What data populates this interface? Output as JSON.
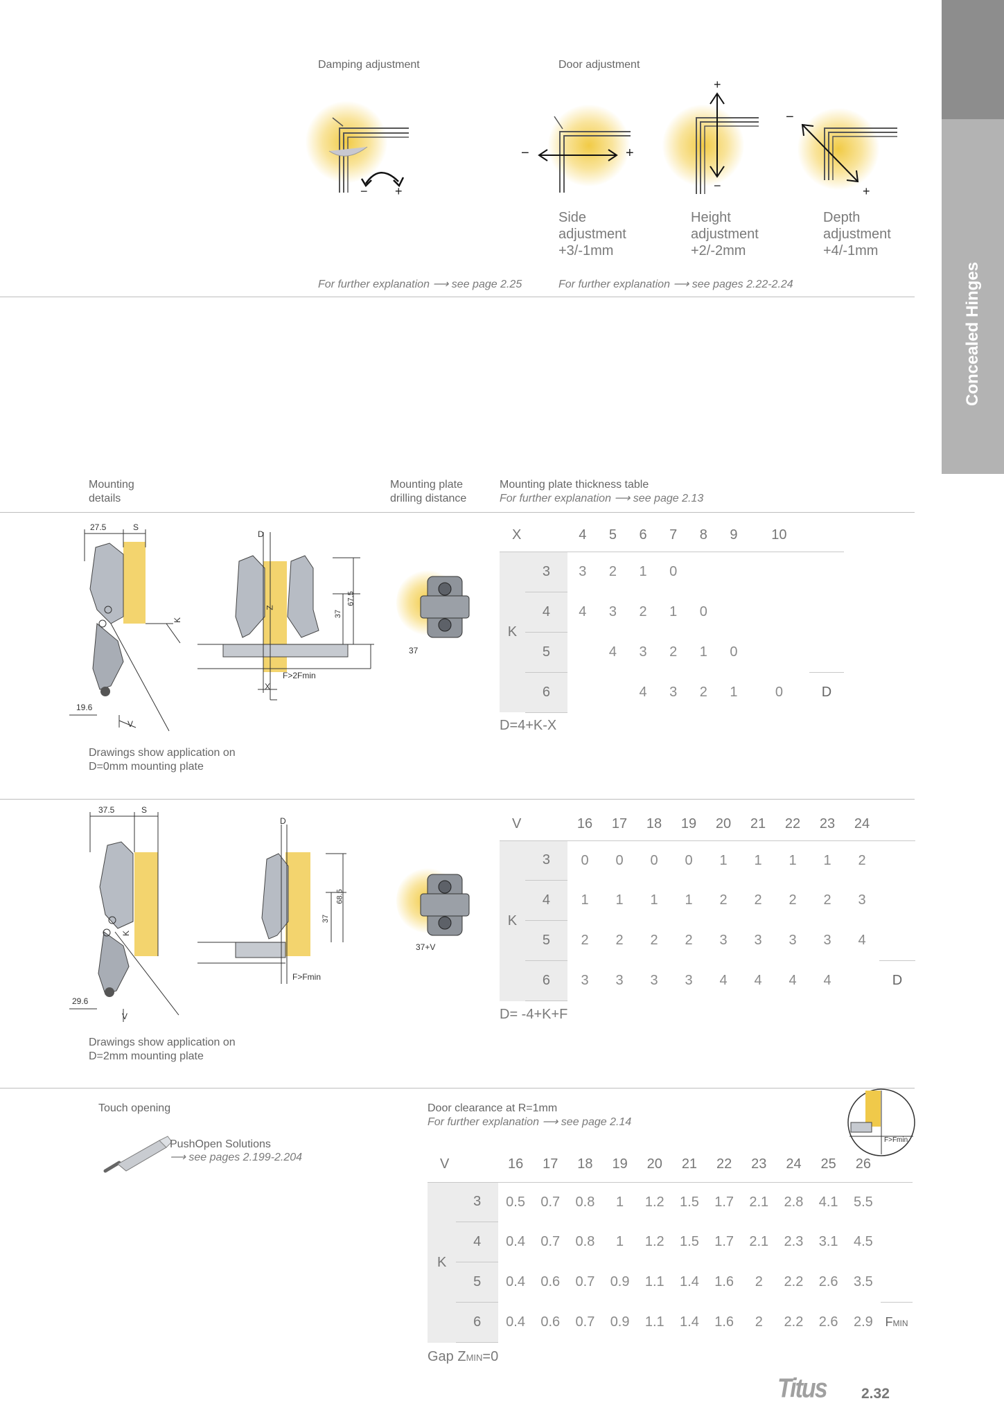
{
  "side_tab": {
    "label": "Concealed Hinges"
  },
  "top": {
    "damping_title": "Damping adjustment",
    "door_title": "Door adjustment",
    "damping_minus": "−",
    "damping_plus": "+",
    "side": {
      "line1": "Side",
      "line2": "adjustment",
      "line3": "+3/-1mm",
      "minus": "−",
      "plus": "+"
    },
    "height": {
      "line1": "Height",
      "line2": "adjustment",
      "line3": "+2/-2mm",
      "minus": "−",
      "plus": "+"
    },
    "depth": {
      "line1": "Depth",
      "line2": "adjustment",
      "line3": "+4/-1mm",
      "minus": "−",
      "plus": "+"
    },
    "note_damping": "For further explanation ⟶ see page 2.25",
    "note_door": "For further explanation ⟶ see pages 2.22-2.24"
  },
  "mounting": {
    "details_l1": "Mounting",
    "details_l2": "details",
    "plate_l1": "Mounting plate",
    "plate_l2": "drilling distance",
    "table_title": "Mounting plate thickness table",
    "table_note": "For further explanation ⟶ see page 2.13"
  },
  "section1": {
    "dims": {
      "a": "27.5",
      "s": "S",
      "d": "D",
      "k": "K",
      "z": "Z",
      "h37": "37",
      "h675": "67.5",
      "f": "F>2Fmin",
      "x": "X",
      "b196": "19.6",
      "v": "V",
      "p37": "37"
    },
    "caption_l1": "Drawings show application on",
    "caption_l2": "D=0mm mounting plate",
    "table": {
      "x_label": "X",
      "cols": [
        "4",
        "5",
        "6",
        "7",
        "8",
        "9",
        "10"
      ],
      "k_label": "K",
      "rows": [
        {
          "k": "3",
          "vals": [
            "3",
            "2",
            "1",
            "0",
            "",
            "",
            ""
          ]
        },
        {
          "k": "4",
          "vals": [
            "4",
            "3",
            "2",
            "1",
            "0",
            "",
            ""
          ]
        },
        {
          "k": "5",
          "vals": [
            "",
            "4",
            "3",
            "2",
            "1",
            "0",
            ""
          ]
        },
        {
          "k": "6",
          "vals": [
            "",
            "",
            "4",
            "3",
            "2",
            "1",
            "0"
          ]
        }
      ],
      "d_label": "D",
      "formula": "D=4+K-X"
    }
  },
  "section2": {
    "dims": {
      "a": "37.5",
      "s": "S",
      "d": "D",
      "k": "K",
      "h37": "37",
      "h685": "68.5",
      "f": "F>Fmin",
      "b296": "29.6",
      "v": "V",
      "p37v": "37+V"
    },
    "caption_l1": "Drawings show application on",
    "caption_l2": "D=2mm mounting plate",
    "table": {
      "v_label": "V",
      "cols": [
        "16",
        "17",
        "18",
        "19",
        "20",
        "21",
        "22",
        "23",
        "24"
      ],
      "k_label": "K",
      "rows": [
        {
          "k": "3",
          "vals": [
            "0",
            "0",
            "0",
            "0",
            "1",
            "1",
            "1",
            "1",
            "2"
          ]
        },
        {
          "k": "4",
          "vals": [
            "1",
            "1",
            "1",
            "1",
            "2",
            "2",
            "2",
            "2",
            "3"
          ]
        },
        {
          "k": "5",
          "vals": [
            "2",
            "2",
            "2",
            "2",
            "3",
            "3",
            "3",
            "3",
            "4"
          ]
        },
        {
          "k": "6",
          "vals": [
            "3",
            "3",
            "3",
            "3",
            "4",
            "4",
            "4",
            "4",
            ""
          ]
        }
      ],
      "d_label": "D",
      "formula": "D= -4+K+F"
    }
  },
  "section3": {
    "touch_title": "Touch opening",
    "push_title": "PushOpen Solutions",
    "push_note": "⟶ see pages 2.199-2.204",
    "clear_title": "Door clearance at R=1mm",
    "clear_note": "For further explanation ⟶ see page 2.14",
    "inset_label": "F>Fmin",
    "table": {
      "v_label": "V",
      "cols": [
        "16",
        "17",
        "18",
        "19",
        "20",
        "21",
        "22",
        "23",
        "24",
        "25",
        "26"
      ],
      "k_label": "K",
      "rows": [
        {
          "k": "3",
          "vals": [
            "0.5",
            "0.7",
            "0.8",
            "1",
            "1.2",
            "1.5",
            "1.7",
            "2.1",
            "2.8",
            "4.1",
            "5.5"
          ]
        },
        {
          "k": "4",
          "vals": [
            "0.4",
            "0.7",
            "0.8",
            "1",
            "1.2",
            "1.5",
            "1.7",
            "2.1",
            "2.3",
            "3.1",
            "4.5"
          ]
        },
        {
          "k": "5",
          "vals": [
            "0.4",
            "0.6",
            "0.7",
            "0.9",
            "1.1",
            "1.4",
            "1.6",
            "2",
            "2.2",
            "2.6",
            "3.5"
          ]
        },
        {
          "k": "6",
          "vals": [
            "0.4",
            "0.6",
            "0.7",
            "0.9",
            "1.1",
            "1.4",
            "1.6",
            "2",
            "2.2",
            "2.6",
            "2.9"
          ]
        }
      ],
      "fmin_label": "F",
      "fmin_sub": "MIN",
      "gap_main": "Gap Z",
      "gap_sub": "MIN",
      "gap_tail": "=0"
    }
  },
  "footer": {
    "brand": "Titus",
    "page": "2.32"
  },
  "colors": {
    "accent_yellow": "#f0c94a",
    "tab_dark": "#8d8d8d",
    "tab_light": "#b3b3b3"
  }
}
